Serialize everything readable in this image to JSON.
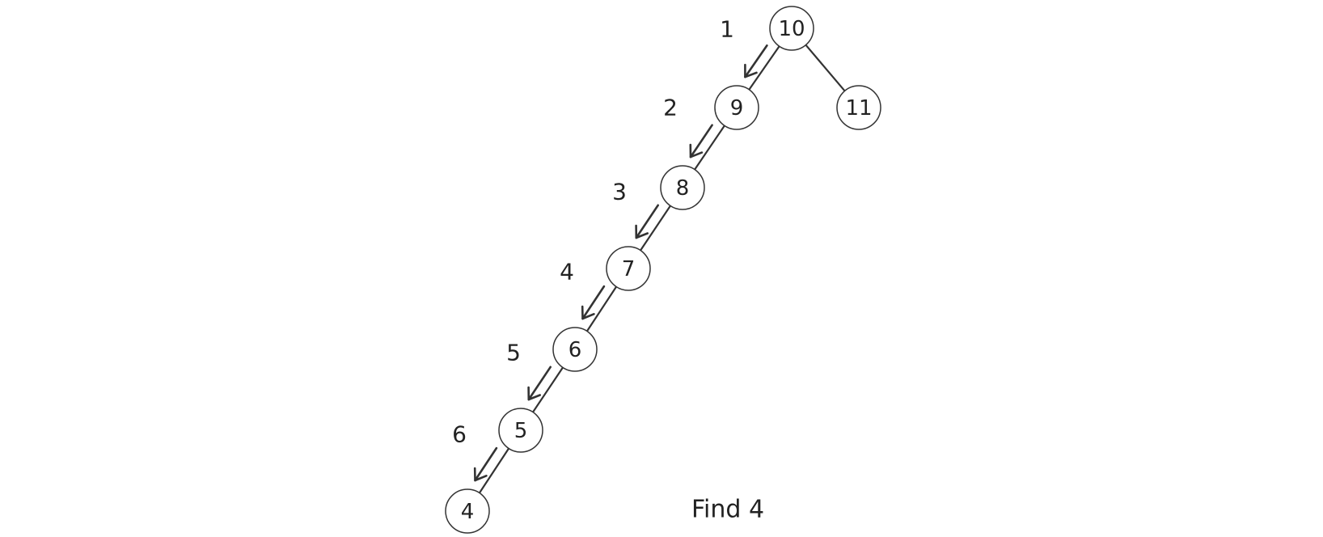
{
  "caption": "Find 4",
  "nodes": [
    {
      "id": "n10",
      "label": "10"
    },
    {
      "id": "n9",
      "label": "9"
    },
    {
      "id": "n11",
      "label": "11"
    },
    {
      "id": "n8",
      "label": "8"
    },
    {
      "id": "n7",
      "label": "7"
    },
    {
      "id": "n6",
      "label": "6"
    },
    {
      "id": "n5",
      "label": "5"
    },
    {
      "id": "n4",
      "label": "4"
    }
  ],
  "edges": [
    {
      "from": "n10",
      "to": "n9"
    },
    {
      "from": "n10",
      "to": "n11"
    },
    {
      "from": "n9",
      "to": "n8"
    },
    {
      "from": "n8",
      "to": "n7"
    },
    {
      "from": "n7",
      "to": "n6"
    },
    {
      "from": "n6",
      "to": "n5"
    },
    {
      "from": "n5",
      "to": "n4"
    }
  ],
  "steps": [
    {
      "label": "1",
      "from": "n10",
      "to": "n9"
    },
    {
      "label": "2",
      "from": "n9",
      "to": "n8"
    },
    {
      "label": "3",
      "from": "n8",
      "to": "n7"
    },
    {
      "label": "4",
      "from": "n7",
      "to": "n6"
    },
    {
      "label": "5",
      "from": "n6",
      "to": "n5"
    },
    {
      "label": "6",
      "from": "n5",
      "to": "n4"
    }
  ],
  "colors": {
    "stroke": "#333333",
    "text": "#222222",
    "background": "#ffffff"
  }
}
